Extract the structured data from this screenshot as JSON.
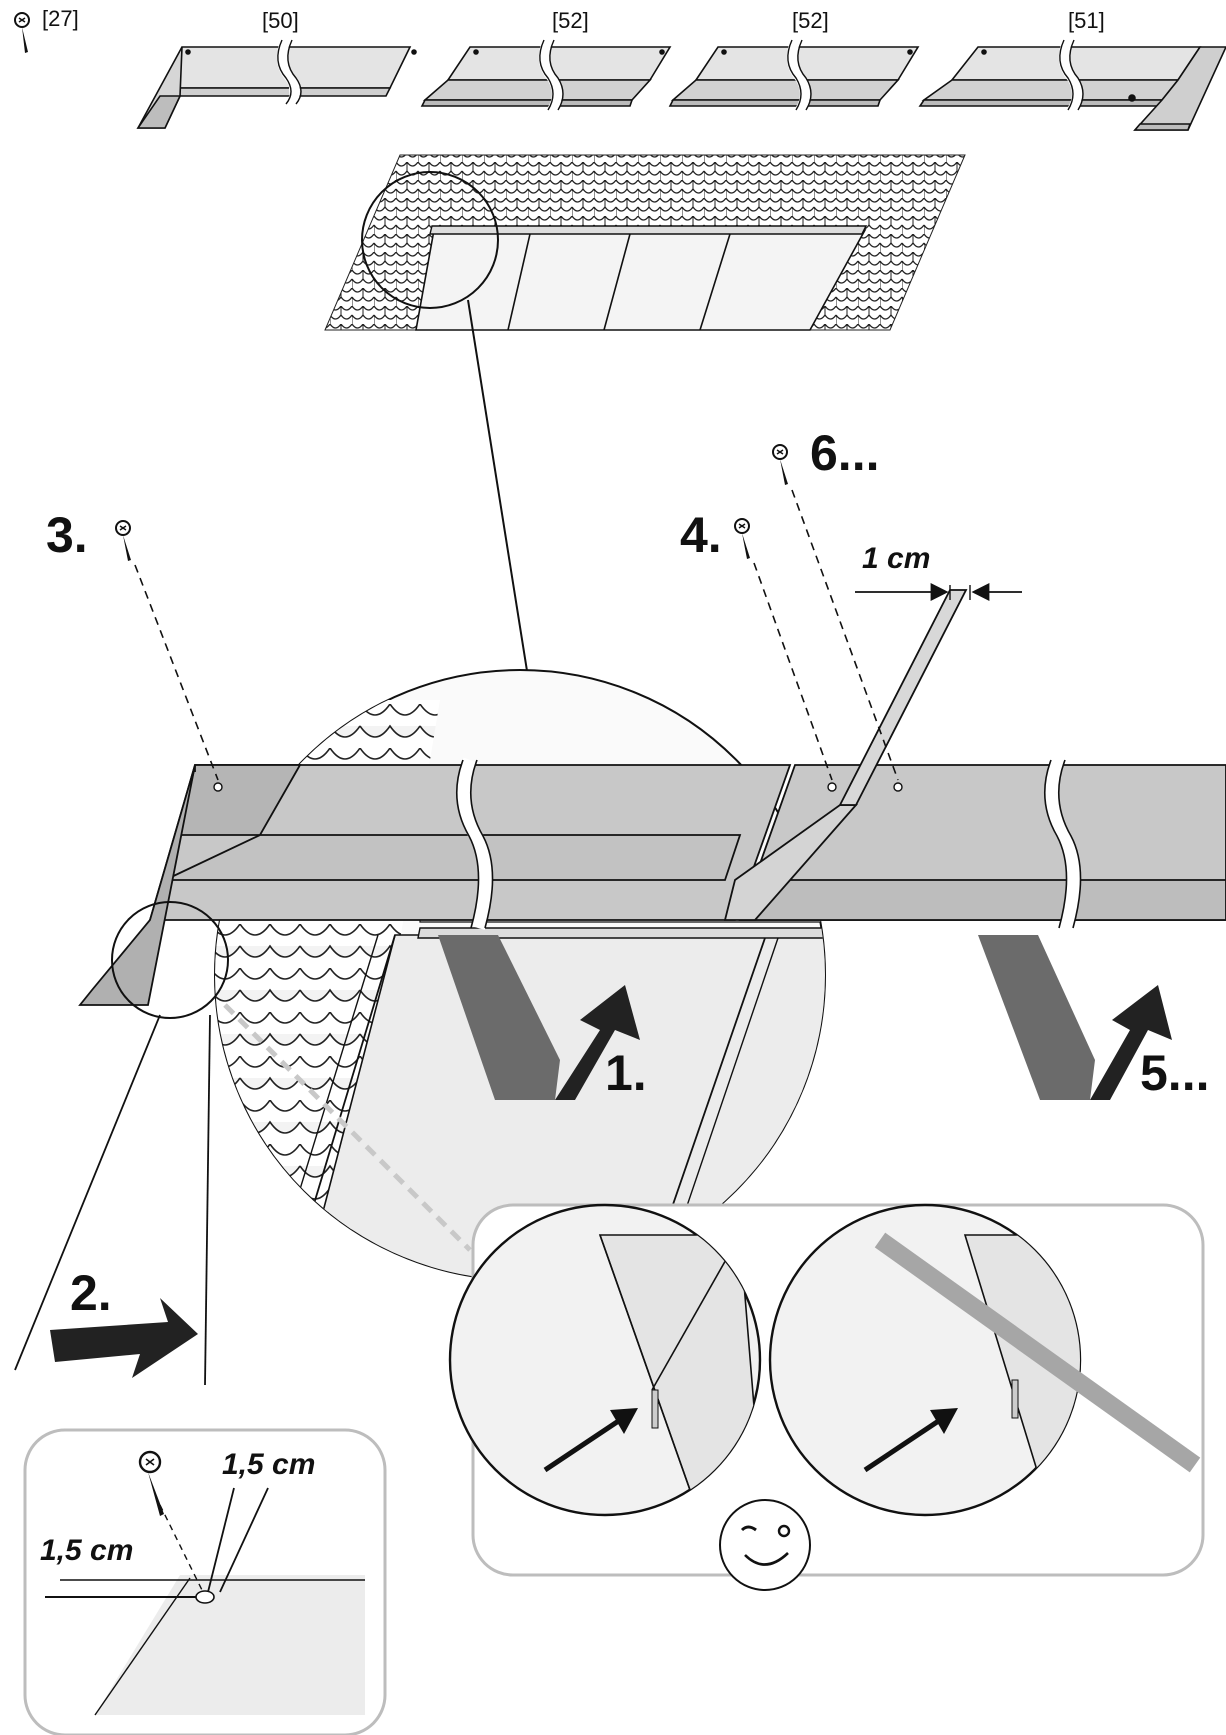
{
  "part_labels": {
    "screw": "[27]",
    "left_end": "[50]",
    "middle_1": "[52]",
    "middle_2": "[52]",
    "right_end": "[51]"
  },
  "steps": {
    "s1": "1.",
    "s2": "2.",
    "s3": "3.",
    "s4": "4.",
    "s5": "5...",
    "s6": "6..."
  },
  "dimensions": {
    "overlap": "1 cm",
    "edge_h": "1,5 cm",
    "edge_v": "1,5 cm"
  },
  "colors": {
    "profile": "#c8c8c8",
    "profile_dark": "#9a9a9a",
    "arrow_dark": "#6b6b6b",
    "arrow_black": "#222222",
    "glass": "#ececec",
    "wrong_bar": "#a6a6a6",
    "panel_border": "#bdbdbd"
  },
  "icons": {
    "screw": "screw-icon",
    "ok": "wink-face-icon",
    "not_ok": "strike-bar-icon",
    "water": "water-drops-icon"
  }
}
